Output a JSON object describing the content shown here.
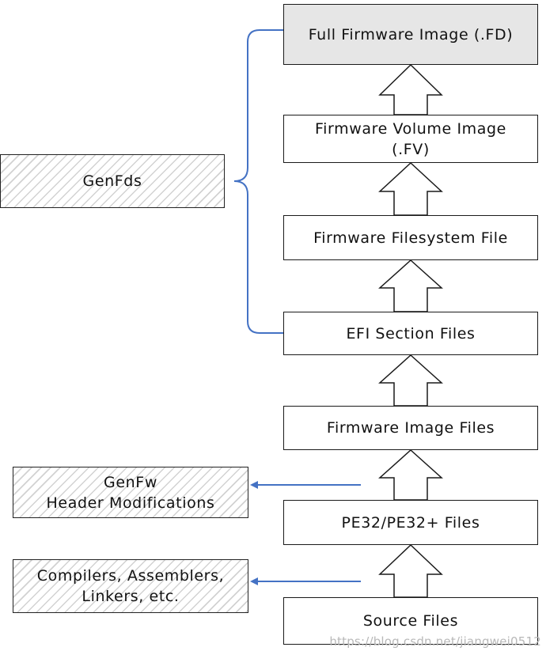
{
  "stages": {
    "fd": "Full Firmware Image (.FD)",
    "fv": "Firmware Volume Image\n(.FV)",
    "ffs": "Firmware Filesystem File",
    "efi": "EFI Section Files",
    "fw_image": "Firmware Image Files",
    "pe32": "PE32/PE32+ Files",
    "source": "Source Files"
  },
  "tools": {
    "genfds": "GenFds",
    "genfw": "GenFw\nHeader Modifications",
    "compilers": "Compilers, Assemblers,\nLinkers, etc."
  },
  "watermark": "https://blog.csdn.net/jiangwei0512",
  "colors": {
    "connector_blue": "#4472c4",
    "box_border": "#1a1a1a",
    "top_box_fill": "#e6e6e6",
    "hatch_line": "#d2d2d2"
  }
}
